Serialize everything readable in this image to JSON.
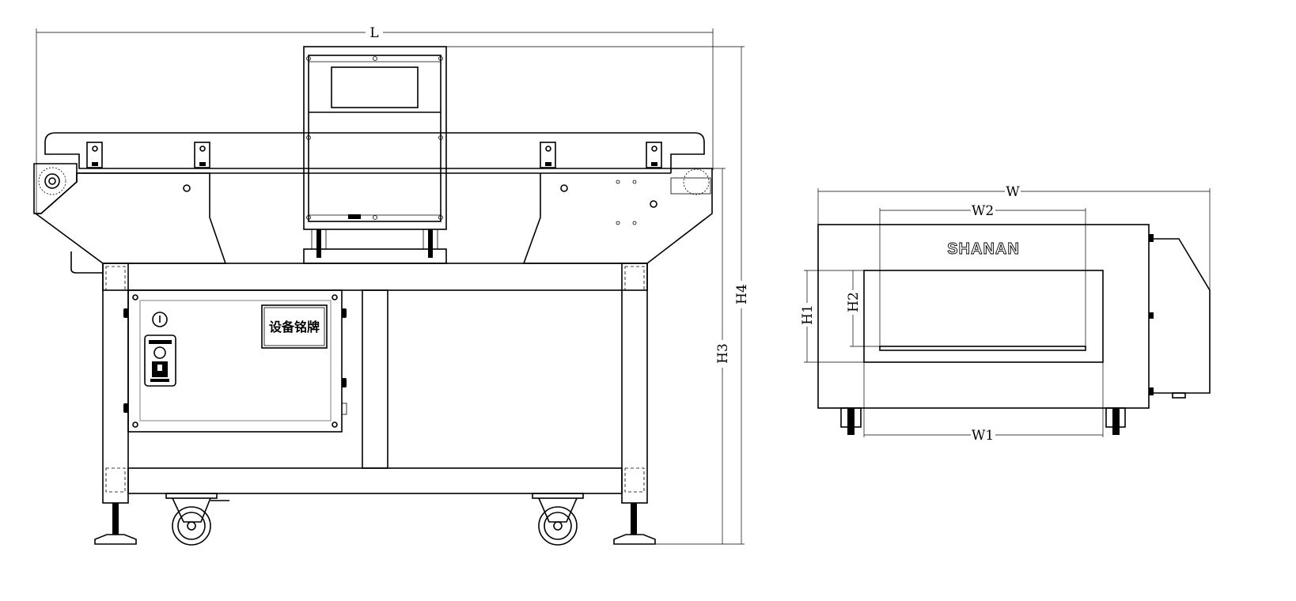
{
  "front_view": {
    "dimensions": {
      "length": "L",
      "height_total": "H4",
      "height_conveyor": "H3"
    },
    "nameplate": "设备铭牌"
  },
  "side_view": {
    "brand": "SHANAN",
    "dimensions": {
      "width": "W",
      "aperture_width": "W2",
      "base_width": "W1",
      "aperture_height": "H1",
      "passage_height": "H2"
    }
  }
}
